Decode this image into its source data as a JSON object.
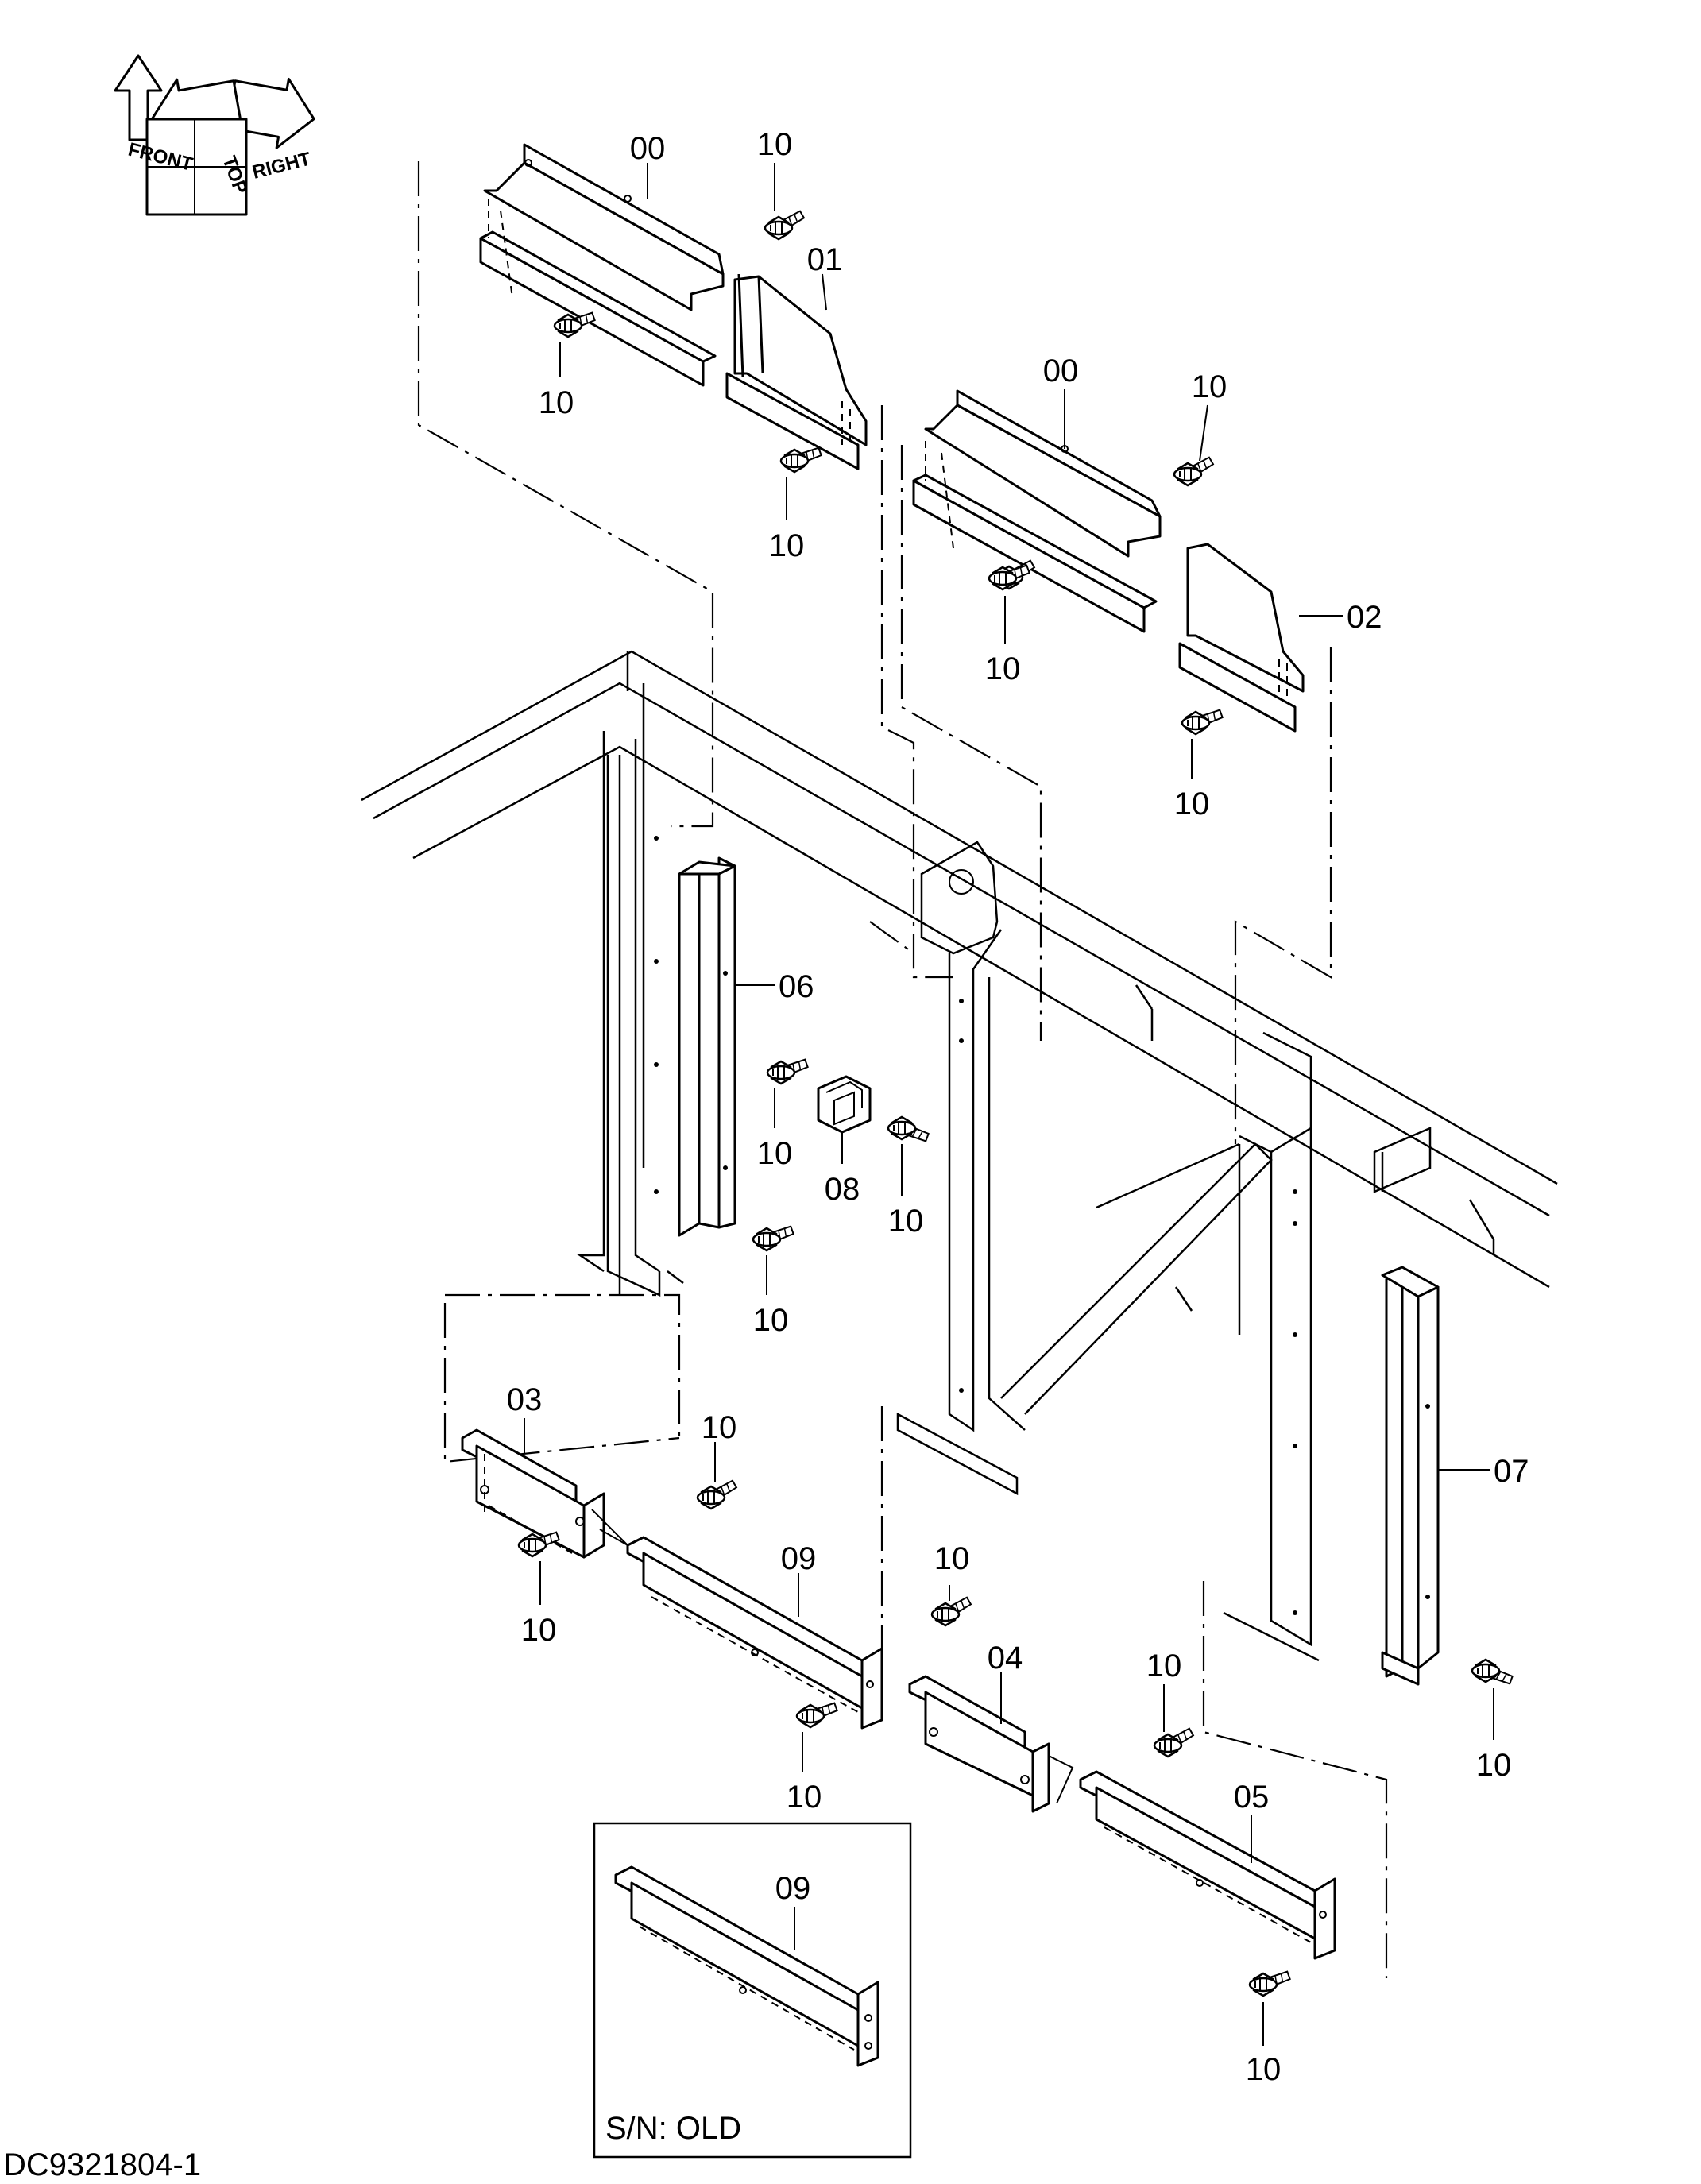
{
  "orientation": {
    "front": "FRONT",
    "top": "TOP",
    "right": "RIGHT"
  },
  "callouts": {
    "c00a": "00",
    "c00b": "00",
    "c01": "01",
    "c02": "02",
    "c03": "03",
    "c04": "04",
    "c05": "05",
    "c06": "06",
    "c07": "07",
    "c08": "08",
    "c09": "09",
    "c09inset": "09",
    "b1": "10",
    "b2": "10",
    "b3": "10",
    "b4": "10",
    "b5": "10",
    "b6": "10",
    "b7": "10",
    "b8": "10",
    "b9": "10",
    "b10": "10",
    "b11": "10",
    "b12": "10",
    "b13": "10",
    "b14": "10",
    "b15": "10",
    "b16": "10"
  },
  "inset": {
    "label": "S/N: OLD"
  },
  "drawing_number": "DC9321804-1"
}
